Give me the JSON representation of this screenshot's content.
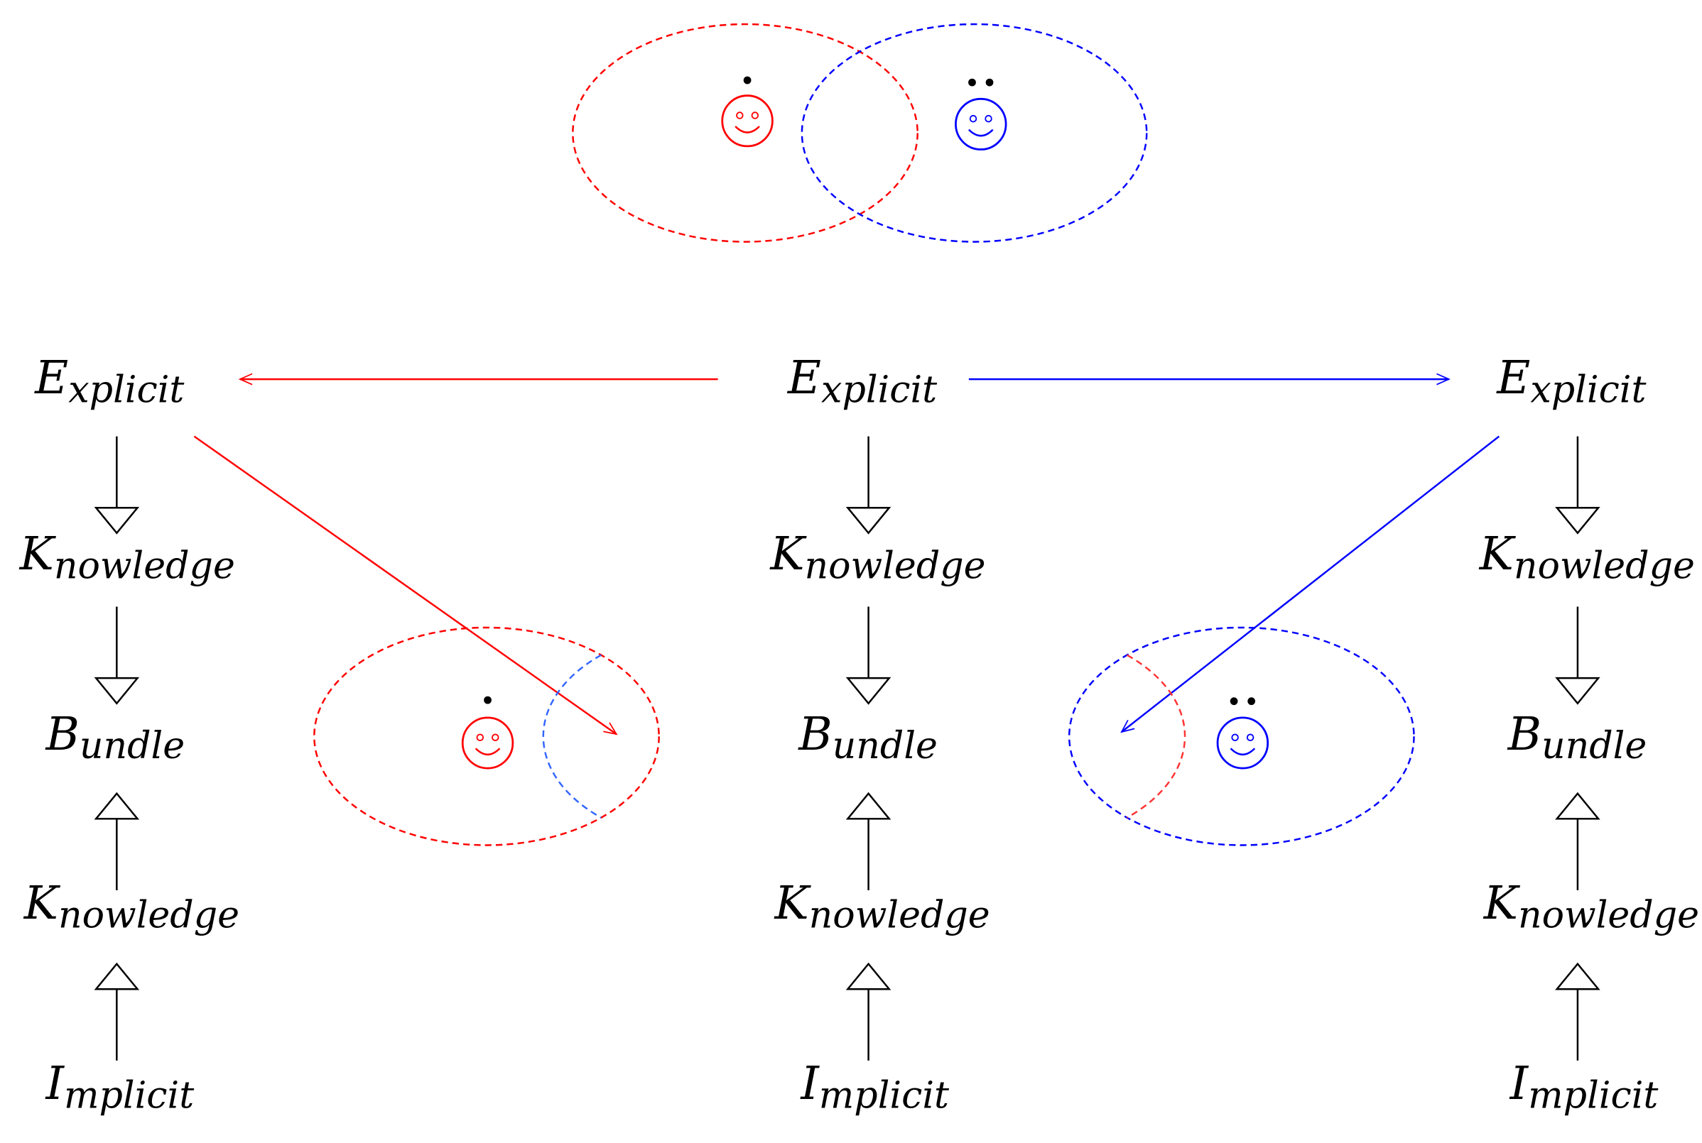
{
  "colors": {
    "agent_a": "#ff0000",
    "agent_b": "#0000ff",
    "neutral": "#000000"
  },
  "columns": [
    {
      "id": "left",
      "owner": "agent_a",
      "stack": [
        {
          "cap": "E",
          "rest": "xplicit"
        },
        {
          "cap": "K",
          "rest": "nowledge"
        },
        {
          "cap": "B",
          "rest": "undle"
        },
        {
          "cap": "K",
          "rest": "nowledge"
        },
        {
          "cap": "I",
          "rest": "mplicit"
        }
      ]
    },
    {
      "id": "center",
      "owner": "shared",
      "stack": [
        {
          "cap": "E",
          "rest": "xplicit"
        },
        {
          "cap": "K",
          "rest": "nowledge"
        },
        {
          "cap": "B",
          "rest": "undle"
        },
        {
          "cap": "K",
          "rest": "nowledge"
        },
        {
          "cap": "I",
          "rest": "mplicit"
        }
      ]
    },
    {
      "id": "right",
      "owner": "agent_b",
      "stack": [
        {
          "cap": "E",
          "rest": "xplicit"
        },
        {
          "cap": "K",
          "rest": "nowledge"
        },
        {
          "cap": "B",
          "rest": "undle"
        },
        {
          "cap": "K",
          "rest": "nowledge"
        },
        {
          "cap": "I",
          "rest": "mplicit"
        }
      ]
    }
  ],
  "icons": {
    "agent_a": "smiley-face-one-dot",
    "agent_b": "smiley-face-two-dots"
  }
}
